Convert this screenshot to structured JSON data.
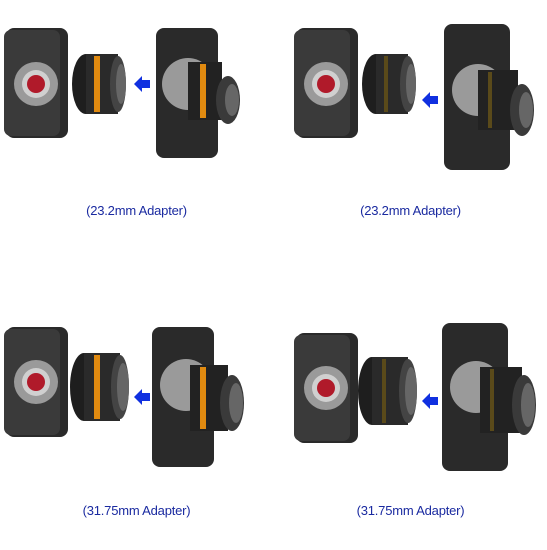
{
  "panels": [
    {
      "caption": "(23.2mm Adapter)",
      "adapter": "23.2mm",
      "ring": "orange"
    },
    {
      "caption": "(23.2mm Adapter)",
      "adapter": "23.2mm",
      "ring": "dark"
    },
    {
      "caption": "(31.75mm Adapter)",
      "adapter": "31.75mm",
      "ring": "orange"
    },
    {
      "caption": "(31.75mm Adapter)",
      "adapter": "31.75mm",
      "ring": "dark"
    }
  ],
  "colors": {
    "camera_body": "#2a2a2a",
    "sensor_ring": "#9a9a9a",
    "sensor": "#b01a2a",
    "arrow": "#1030e0",
    "ring_orange": "#e08a10",
    "ring_dark": "#5a4a1a",
    "caption": "#1a2aa0"
  }
}
